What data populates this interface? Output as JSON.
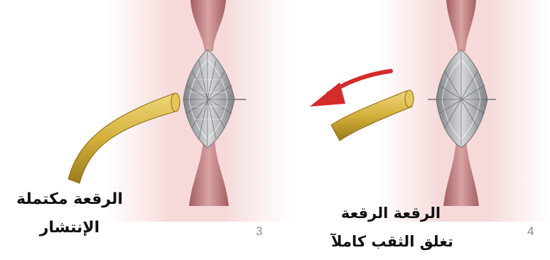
{
  "panels": [
    {
      "number": "3",
      "caption_line1": "الرقعة مكتملة",
      "caption_line2": "الإنتشار"
    },
    {
      "number": "4",
      "caption_line1": "الرقعة الرقعة",
      "caption_line2": "تغلق الثقب كاملآ"
    }
  ],
  "colors": {
    "tissue_panel": "#f3d5d5",
    "vessel": "#c98a8a",
    "mesh": "#a9acaf",
    "catheter": "#d4b03a",
    "arrow": "#d42b2b"
  }
}
